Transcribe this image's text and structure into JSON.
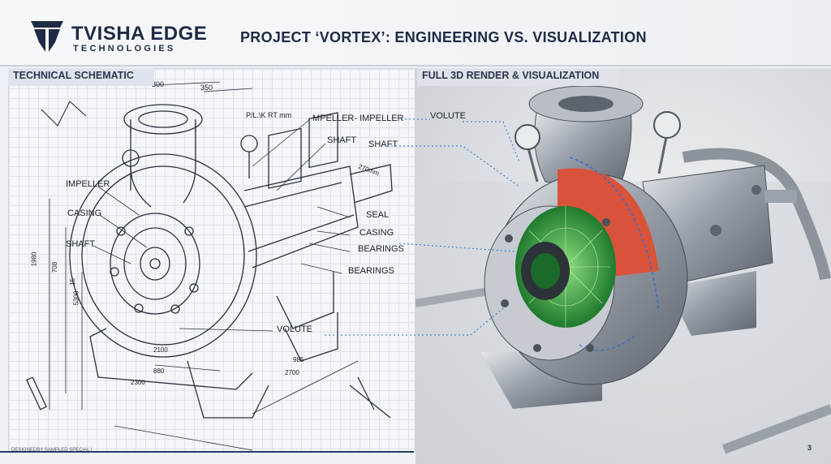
{
  "brand": {
    "name": "TVISHA EDGE",
    "sub": "TECHNOLOGIES"
  },
  "title": "PROJECT ‘VORTEX’: ENGINEERING VS. VISUALIZATION",
  "sections": {
    "left": "TECHNICAL SCHEMATIC",
    "right": "FULL 3D RENDER & VISUALIZATION"
  },
  "schematic_labels": {
    "impeller_callout": "MPELLER- IMPELLER",
    "unit_note": "P/L.\\K RT mm",
    "shaft_top": "SHAFT",
    "impeller": "IMPELLER",
    "casing": "CASING",
    "shaft": "SHAFT",
    "seal": "SEAL",
    "casing_right": "CASING",
    "bearings_1": "BEARINGS",
    "bearings_2": "BEARINGS",
    "volute": "VOLUTE"
  },
  "render_labels": {
    "volute": "VOLUTE",
    "shaft": "SHAFT"
  },
  "dimensions": {
    "top_1": "300",
    "top_2": "350",
    "flange": "270mm",
    "left_1": "1980",
    "left_2": "708",
    "left_3": "15",
    "left_4": "5300",
    "bottom_1": "2100",
    "bottom_2": "880",
    "bottom_3": "2300",
    "bottom_4": "985",
    "bottom_5": "2700"
  },
  "footnote": "DESIGNEDBY SAMPLED SPECIAL |",
  "page_number": "3",
  "colors": {
    "navy": "#1f2a44",
    "accent_blue": "#2f6fd6",
    "impeller_green": "#3fbf4a",
    "cut_red": "#d9533b"
  }
}
